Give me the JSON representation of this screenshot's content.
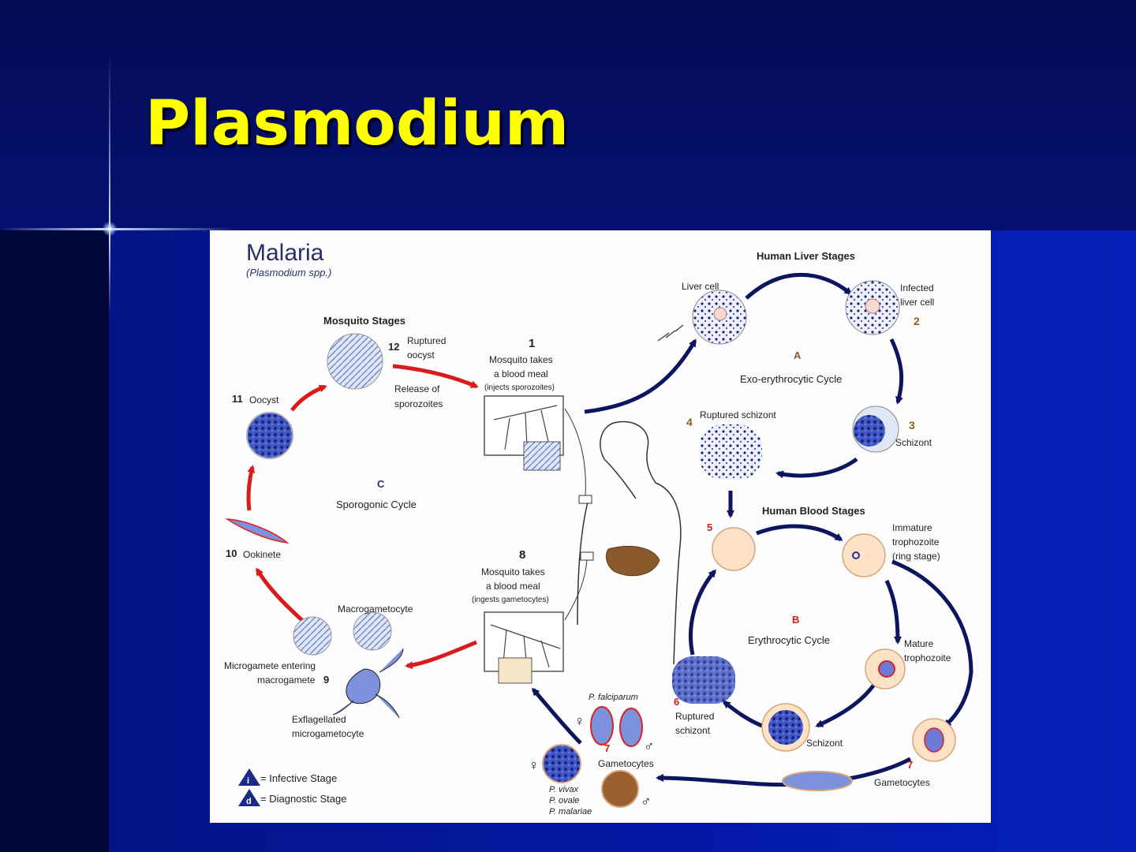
{
  "slide": {
    "title": "Plasmodium"
  },
  "diagram": {
    "title": "Malaria",
    "subtitle": "(Plasmodium spp.)",
    "sections": {
      "liver": "Human Liver Stages",
      "blood": "Human Blood Stages",
      "mosquito": "Mosquito Stages"
    },
    "cycles": {
      "a": {
        "badge": "A",
        "label": "Exo-erythrocytic Cycle"
      },
      "b": {
        "badge": "B",
        "label": "Erythrocytic Cycle"
      },
      "c": {
        "badge": "C",
        "label": "Sporogonic Cycle"
      }
    },
    "labels": {
      "liver_cell": "Liver cell",
      "infected_1": "Infected",
      "infected_2": "liver cell",
      "schizont_liver": "Schizont",
      "ruptured_schizont_liver": "Ruptured schizont",
      "meal1_1": "Mosquito takes",
      "meal1_2": "a blood meal",
      "meal1_3": "(injects sporozoites)",
      "meal8_1": "Mosquito takes",
      "meal8_2": "a blood meal",
      "meal8_3": "(ingests gametocytes)",
      "immature_1": "Immature",
      "immature_2": "trophozoite",
      "immature_3": "(ring stage)",
      "mature_1": "Mature",
      "mature_2": "trophozoite",
      "schizont_blood": "Schizont",
      "ruptured_blood_1": "Ruptured",
      "ruptured_blood_2": "schizont",
      "gametocytes_right": "Gametocytes",
      "gametocytes_center": "Gametocytes",
      "p_falciparum": "P. falciparum",
      "p_vivax": "P. vivax",
      "p_ovale": "P. ovale",
      "p_malariae": "P. malariae",
      "ruptured_oocyst_1": "Ruptured",
      "ruptured_oocyst_2": "oocyst",
      "release_1": "Release of",
      "release_2": "sporozoites",
      "oocyst": "Oocyst",
      "ookinete": "Ookinete",
      "macrogametocyte": "Macrogametocyte",
      "microgamete_1": "Microgamete entering",
      "microgamete_2": "macrogamete",
      "exflag_1": "Exflagellated",
      "exflag_2": "microgametocyte"
    },
    "legend": {
      "infective_symbol": "i",
      "infective": "= Infective Stage",
      "diagnostic_symbol": "d",
      "diagnostic": "= Diagnostic Stage"
    },
    "steps": [
      "1",
      "2",
      "3",
      "4",
      "5",
      "6",
      "7",
      "8",
      "9",
      "10",
      "11",
      "12"
    ],
    "symbols": {
      "female": "♀",
      "male": "♂"
    },
    "colors": {
      "liver_cycle_arrow": "#0c1560",
      "mosquito_cycle_arrow": "#d91b1b",
      "liver_organ": "#8a5a2b"
    }
  }
}
